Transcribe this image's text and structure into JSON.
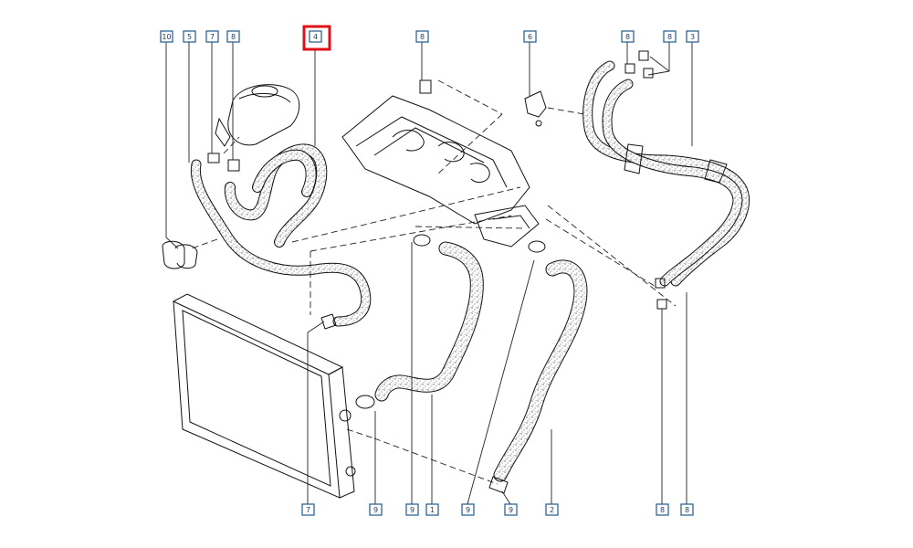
{
  "diagram": {
    "callouts": {
      "c10": "10",
      "c5": "5",
      "c7a": "7",
      "c8a": "8",
      "c4": "4",
      "c8b": "8",
      "c6": "6",
      "c8c": "8",
      "c8d": "8",
      "c3": "3",
      "c7b": "7",
      "c9a": "9",
      "c9b": "9",
      "c1": "1",
      "c9c": "9",
      "c9d": "9",
      "c2": "2",
      "c8e": "8",
      "c8f": "8"
    },
    "highlighted_callout": "4",
    "colors": {
      "callout_border": "#1f5a8a",
      "highlight": "#e0101a",
      "line": "#111111"
    }
  }
}
